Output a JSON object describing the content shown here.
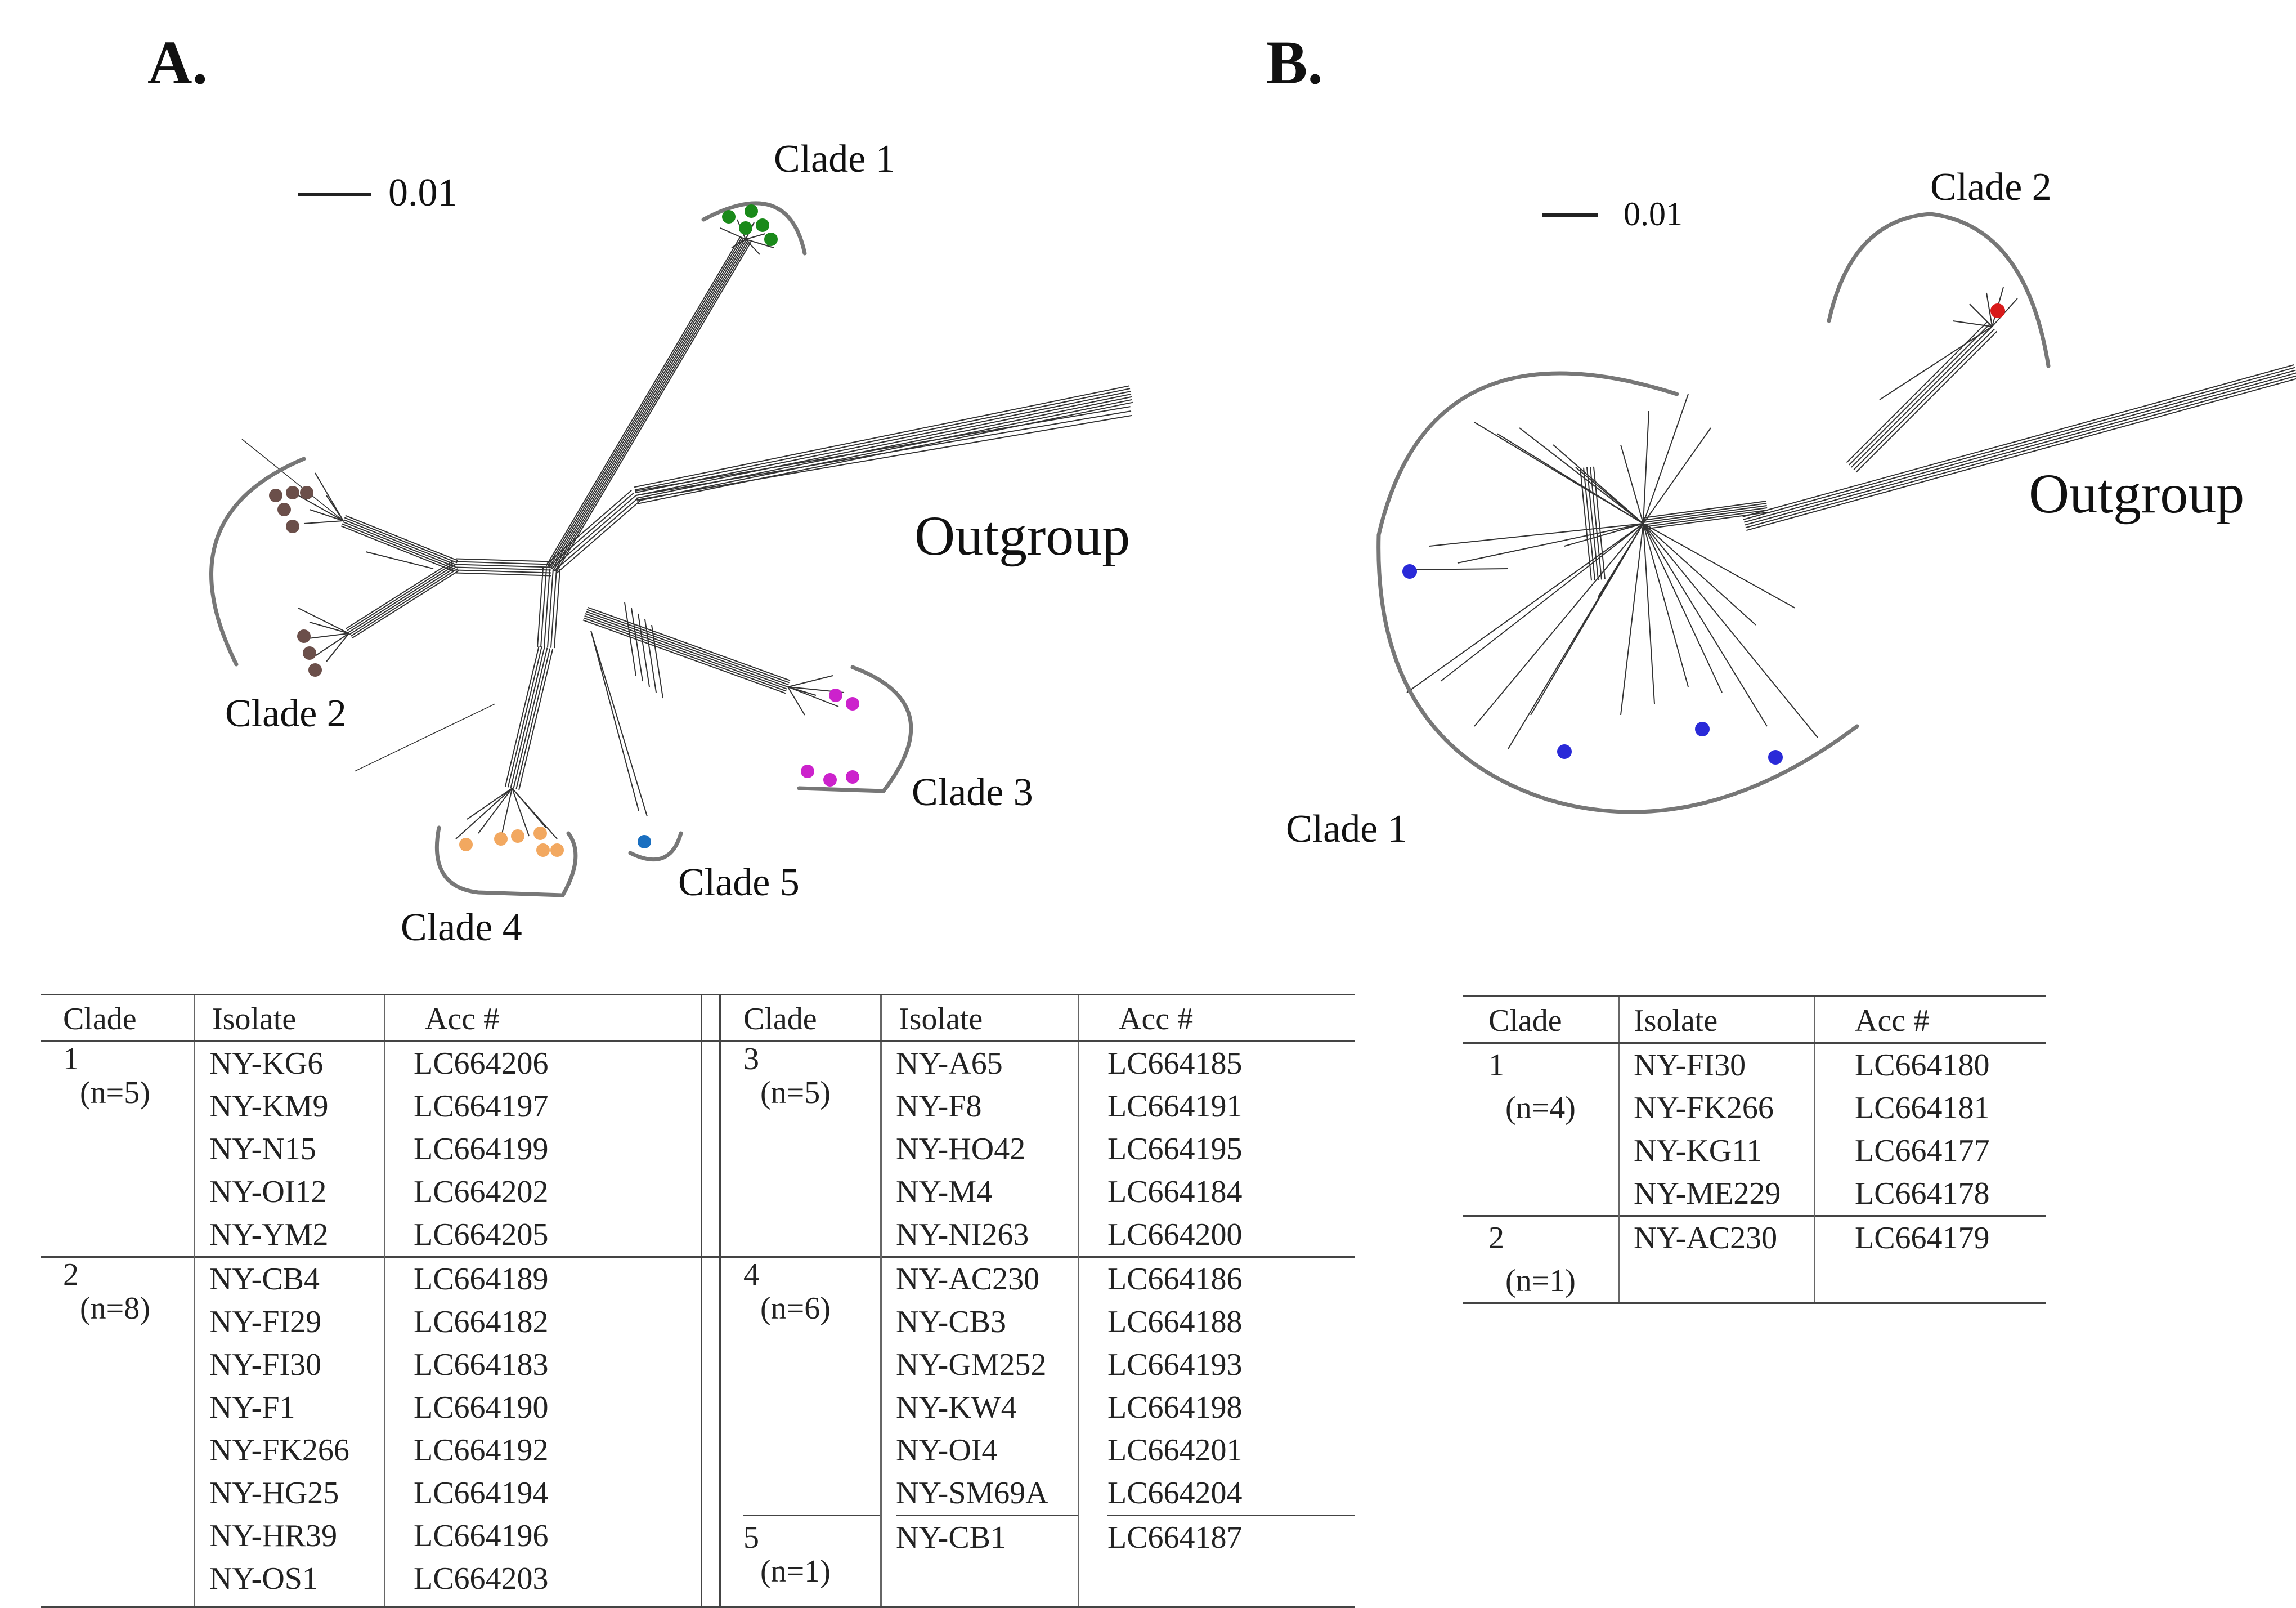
{
  "panel_a": {
    "letter": "A.",
    "scale_label": "0.01",
    "outgroup_label": "Outgroup",
    "clades": [
      {
        "label": "Clade 1",
        "color": "#1a8a1a"
      },
      {
        "label": "Clade 2",
        "color": "#6b4f4a"
      },
      {
        "label": "Clade 3",
        "color": "#cc22cc"
      },
      {
        "label": "Clade 4",
        "color": "#f2a860"
      },
      {
        "label": "Clade 5",
        "color": "#1a6fc0"
      }
    ],
    "table_headers": {
      "clade": "Clade",
      "isolate": "Isolate",
      "acc": "Acc #"
    },
    "table_left": [
      {
        "clade": "1",
        "n": "(n=5)",
        "isolates": [
          "NY-KG6",
          "NY-KM9",
          "NY-N15",
          "NY-OI12",
          "NY-YM2"
        ],
        "accs": [
          "LC664206",
          "LC664197",
          "LC664199",
          "LC664202",
          "LC664205"
        ]
      },
      {
        "clade": "2",
        "n": "(n=8)",
        "isolates": [
          "NY-CB4",
          "NY-FI29",
          "NY-FI30",
          "NY-F1",
          "NY-FK266",
          "NY-HG25",
          "NY-HR39",
          "NY-OS1"
        ],
        "accs": [
          "LC664189",
          "LC664182",
          "LC664183",
          "LC664190",
          "LC664192",
          "LC664194",
          "LC664196",
          "LC664203"
        ]
      }
    ],
    "table_right": [
      {
        "clade": "3",
        "n": "(n=5)",
        "isolates": [
          "NY-A65",
          "NY-F8",
          "NY-HO42",
          "NY-M4",
          "NY-NI263"
        ],
        "accs": [
          "LC664185",
          "LC664191",
          "LC664195",
          "LC664184",
          "LC664200"
        ]
      },
      {
        "clade": "4",
        "n": "(n=6)",
        "isolates": [
          "NY-AC230",
          "NY-CB3",
          "NY-GM252",
          "NY-KW4",
          "NY-OI4",
          "NY-SM69A"
        ],
        "accs": [
          "LC664186",
          "LC664188",
          "LC664193",
          "LC664198",
          "LC664201",
          "LC664204"
        ]
      },
      {
        "clade": "5",
        "n": "(n=1)",
        "isolates": [
          "NY-CB1"
        ],
        "accs": [
          "LC664187"
        ]
      }
    ]
  },
  "panel_b": {
    "letter": "B.",
    "scale_label": "0.01",
    "outgroup_label": "Outgroup",
    "clades": [
      {
        "label": "Clade 1",
        "color": "#2a2ad8"
      },
      {
        "label": "Clade 2",
        "color": "#d81a1a"
      }
    ],
    "table_headers": {
      "clade": "Clade",
      "isolate": "Isolate",
      "acc": "Acc #"
    },
    "table": [
      {
        "clade": "1",
        "n": "(n=4)",
        "isolates": [
          "NY-FI30",
          "NY-FK266",
          "NY-KG11",
          "NY-ME229"
        ],
        "accs": [
          "LC664180",
          "LC664181",
          "LC664177",
          "LC664178"
        ]
      },
      {
        "clade": "2",
        "n": "(n=1)",
        "isolates": [
          "NY-AC230"
        ],
        "accs": [
          "LC664179"
        ]
      }
    ]
  }
}
